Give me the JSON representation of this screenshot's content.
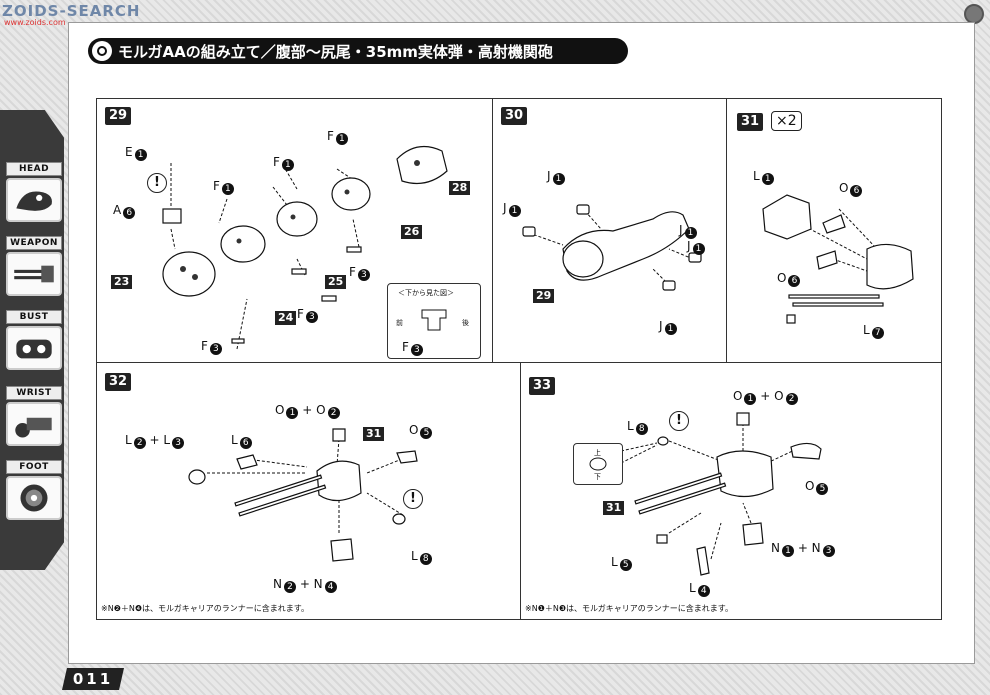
{
  "watermark": {
    "text": "ZOIDS-SEARCH",
    "sub": "www.zoids.com"
  },
  "title": "モルガAAの組み立て／腹部～尻尾・35mm実体弾・高射機関砲",
  "sidebar": {
    "items": [
      {
        "label": "HEAD",
        "icon": "head-icon"
      },
      {
        "label": "WEAPON",
        "icon": "weapon-icon"
      },
      {
        "label": "BUST",
        "icon": "bust-icon"
      },
      {
        "label": "WRIST",
        "icon": "wrist-icon"
      },
      {
        "label": "FOOT",
        "icon": "foot-icon"
      }
    ]
  },
  "steps": {
    "s29": {
      "number": "29",
      "labels": {
        "e1": "E",
        "a6": "A",
        "f1a": "F",
        "f1b": "F",
        "f1c": "F",
        "f3a": "F",
        "f3b": "F",
        "f3c": "F",
        "f3d": "F"
      },
      "nums": {
        "e1": "1",
        "a6": "6",
        "f1a": "1",
        "f1b": "1",
        "f1c": "1",
        "f3a": "3",
        "f3b": "3",
        "f3c": "3",
        "f3d": "3"
      },
      "parts": {
        "p23": "23",
        "p24": "24",
        "p25": "25",
        "p26": "26",
        "p28": "28"
      },
      "warn": "!",
      "bottom_view": {
        "title": "＜下から見た図＞",
        "front": "前",
        "back": "後"
      }
    },
    "s30": {
      "number": "30",
      "labels": {
        "j1a": "J",
        "j1b": "J",
        "j1c": "J",
        "j1d": "J",
        "j1e": "J"
      },
      "nums": {
        "j1a": "1",
        "j1b": "1",
        "j1c": "1",
        "j1d": "1",
        "j1e": "1"
      },
      "parts": {
        "p29": "29"
      }
    },
    "s31": {
      "number": "31",
      "qty": "×2",
      "labels": {
        "l1": "L",
        "o6a": "O",
        "o6b": "O",
        "l7": "L"
      },
      "nums": {
        "l1": "1",
        "o6a": "6",
        "o6b": "6",
        "l7": "7"
      }
    },
    "s32": {
      "number": "32",
      "labels": {
        "l2": "L",
        "l3": "+ L",
        "l6": "L",
        "o1": "O",
        "o2": "+ O",
        "o5": "O",
        "l8": "L",
        "n2": "N",
        "n4": "+ N"
      },
      "nums": {
        "l2": "2",
        "l3": "3",
        "l6": "6",
        "o1": "1",
        "o2": "2",
        "o5": "5",
        "l8": "8",
        "n2": "2",
        "n4": "4"
      },
      "parts": {
        "p31": "31"
      },
      "warn": "!",
      "note": "※N❷＋N❹は、モルガキャリアのランナーに含まれます。"
    },
    "s33": {
      "number": "33",
      "labels": {
        "l8": "L",
        "o1": "O",
        "o2": "+ O",
        "o5": "O",
        "l5": "L",
        "l4": "L",
        "n1": "N",
        "n3": "+ N"
      },
      "nums": {
        "l8": "8",
        "o1": "1",
        "o2": "2",
        "o5": "5",
        "l5": "5",
        "l4": "4",
        "n1": "1",
        "n3": "3"
      },
      "parts": {
        "p31": "31"
      },
      "warn": "!",
      "updown": {
        "up": "上",
        "down": "下"
      },
      "note": "※N❶＋N❸は、モルガキャリアのランナーに含まれます。"
    }
  },
  "page_number": "011"
}
